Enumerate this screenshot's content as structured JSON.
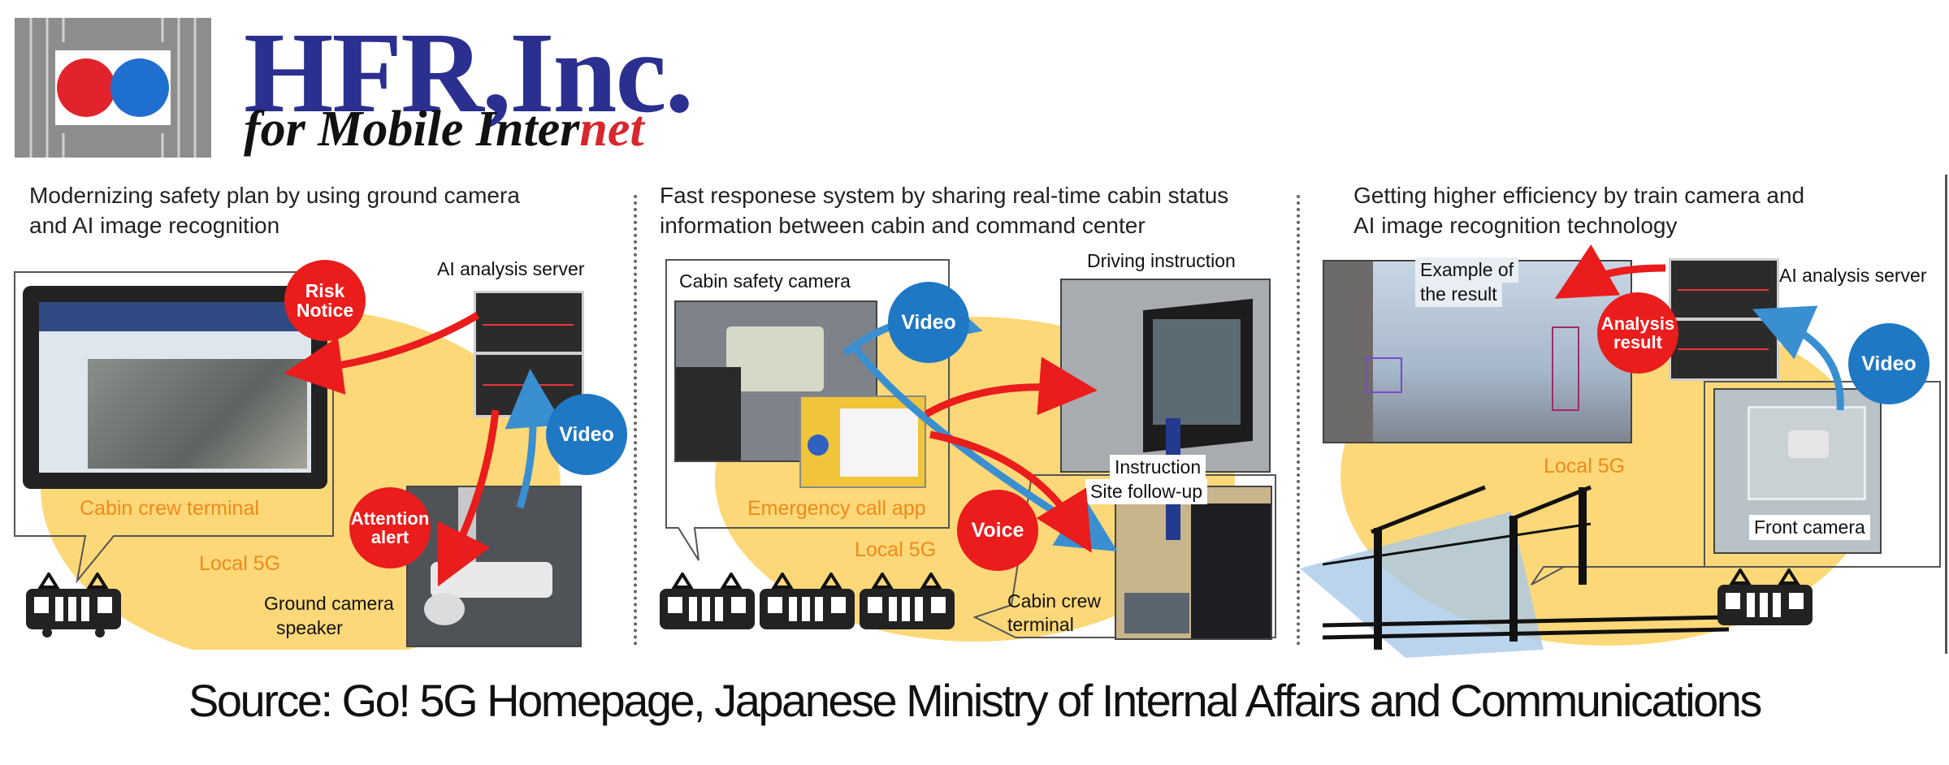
{
  "header": {
    "company": "HFR,Inc.",
    "tagline_prefix": "for Mobile Inter",
    "tagline_accent": "net",
    "colors": {
      "brand_blue": "#2b2f8f",
      "brand_red": "#d8262c",
      "logo_grey": "#8d8d8d"
    }
  },
  "panels": [
    {
      "title_line1": "Modernizing  safety plan by using ground camera",
      "title_line2": "and AI image recognition",
      "labels": {
        "server": "AI analysis server",
        "terminal": "Cabin crew terminal",
        "local5g": "Local  5G",
        "camera": "Ground camera",
        "speaker": "speaker"
      },
      "circles": {
        "risk_line1": "Risk",
        "risk_line2": "Notice",
        "attention_line1": "Attention",
        "attention_line2": "alert",
        "video": "Video"
      }
    },
    {
      "title_line1": "Fast responese system by sharing real-time cabin status",
      "title_line2": "information between cabin and command center",
      "labels": {
        "camera": "Cabin safety camera",
        "driving": "Driving instruction",
        "emergency": "Emergency call app",
        "local5g": "Local  5G",
        "instruction": "Instruction",
        "followup": "Site follow-up",
        "crew_line1": "Cabin crew",
        "crew_line2": "terminal"
      },
      "circles": {
        "video": "Video",
        "voice": "Voice"
      }
    },
    {
      "title_line1": "Getting higher efficiency by train camera and",
      "title_line2": "AI image recognition technology",
      "labels": {
        "example_line1": "Example of",
        "example_line2": "the result",
        "server": "AI analysis server",
        "local5g": "Local  5G",
        "front": "Front camera"
      },
      "circles": {
        "analysis_line1": "Analysis",
        "analysis_line2": "result",
        "video": "Video"
      }
    }
  ],
  "footer": {
    "source": "Source: Go! 5G Homepage, Japanese Ministry of Internal Affairs and Communications"
  }
}
